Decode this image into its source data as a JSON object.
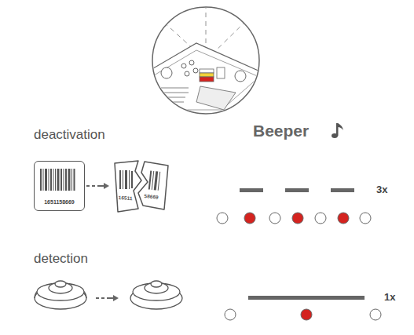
{
  "diagram": {
    "nodes": [
      {
        "text": [
          "1651158669"
        ]
      }
    ],
    "labels": [
      "deactivation",
      "16511",
      "58669",
      "detection",
      "Beeper",
      "3x",
      "1x"
    ]
  }
}
